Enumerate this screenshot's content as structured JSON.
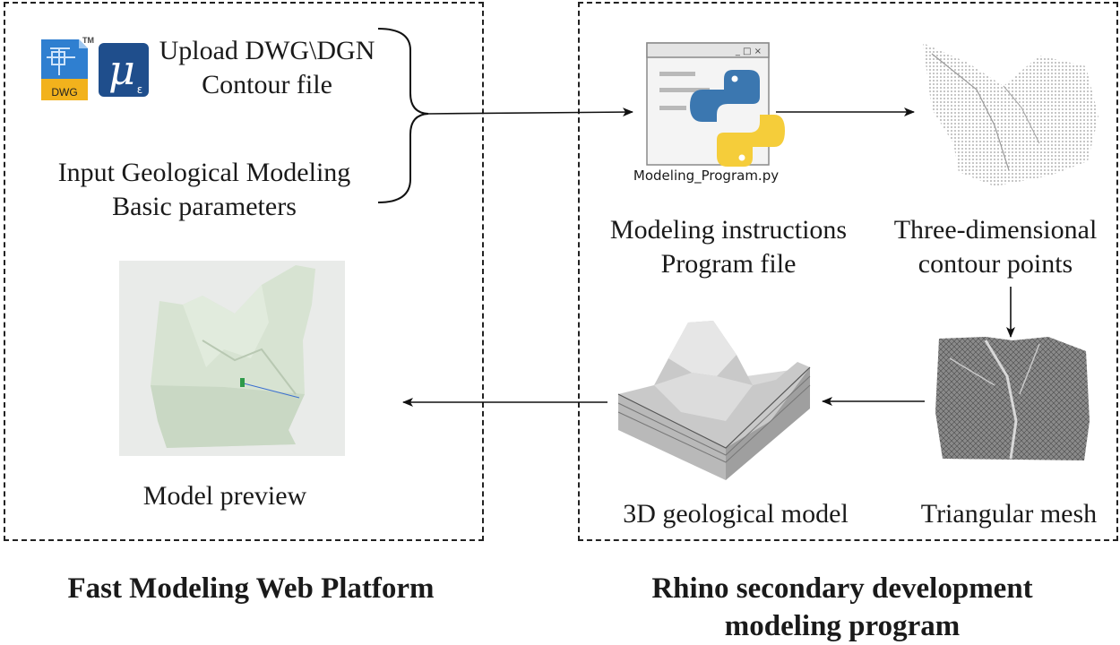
{
  "left_panel": {
    "upload_label_line1": "Upload DWG\\DGN",
    "upload_label_line2": "Contour file",
    "input_label_line1": "Input Geological Modeling",
    "input_label_line2": "Basic parameters",
    "preview_label": "Model preview",
    "title": "Fast Modeling Web Platform",
    "dwg_badge": "DWG",
    "tm_mark": "TM"
  },
  "right_panel": {
    "program_filename": "Modeling_Program.py",
    "program_label_line1": "Modeling instructions",
    "program_label_line2": "Program file",
    "points_label_line1": "Three-dimensional",
    "points_label_line2": "contour points",
    "mesh_label": "Triangular mesh",
    "model_label": "3D geological model",
    "title_line1": "Rhino secondary development",
    "title_line2": "modeling program"
  },
  "icons": {
    "dwg": "dwg-file-icon",
    "microstation": "microstation-icon",
    "python_window": "python-program-window-icon"
  }
}
